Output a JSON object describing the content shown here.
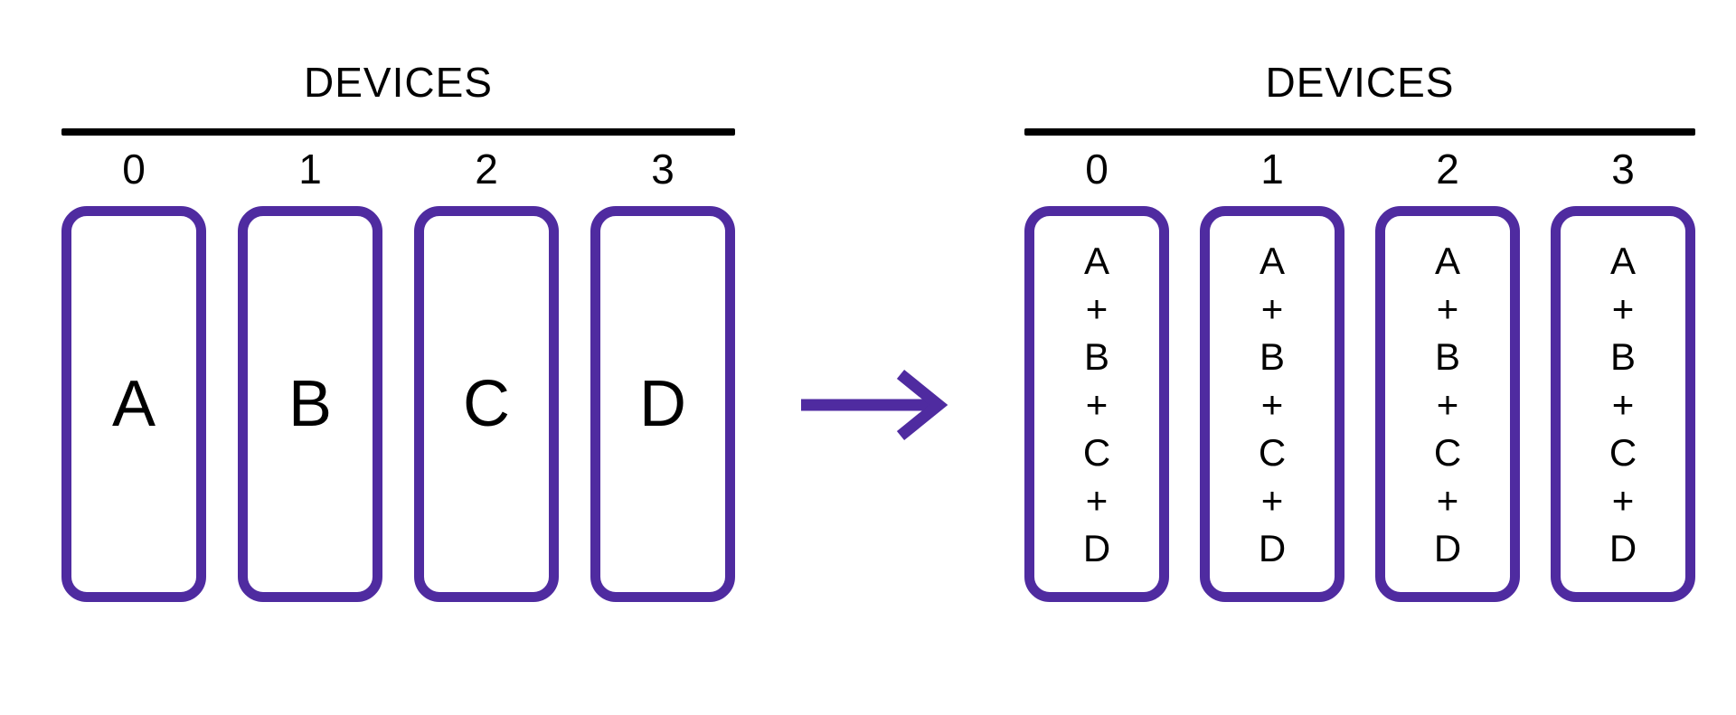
{
  "colors": {
    "accent": "#4F2BA0",
    "rule": "#000000",
    "ink": "#000000",
    "background": "#FFFFFF"
  },
  "arrow": {
    "icon": "right-arrow"
  },
  "panels": {
    "left": {
      "title": "DEVICES",
      "devices": [
        {
          "id": "0",
          "content": "A"
        },
        {
          "id": "1",
          "content": "B"
        },
        {
          "id": "2",
          "content": "C"
        },
        {
          "id": "3",
          "content": "D"
        }
      ]
    },
    "right": {
      "title": "DEVICES",
      "devices": [
        {
          "id": "0",
          "content": "A\n+\nB\n+\nC\n+\nD"
        },
        {
          "id": "1",
          "content": "A\n+\nB\n+\nC\n+\nD"
        },
        {
          "id": "2",
          "content": "A\n+\nB\n+\nC\n+\nD"
        },
        {
          "id": "3",
          "content": "A\n+\nB\n+\nC\n+\nD"
        }
      ]
    }
  }
}
